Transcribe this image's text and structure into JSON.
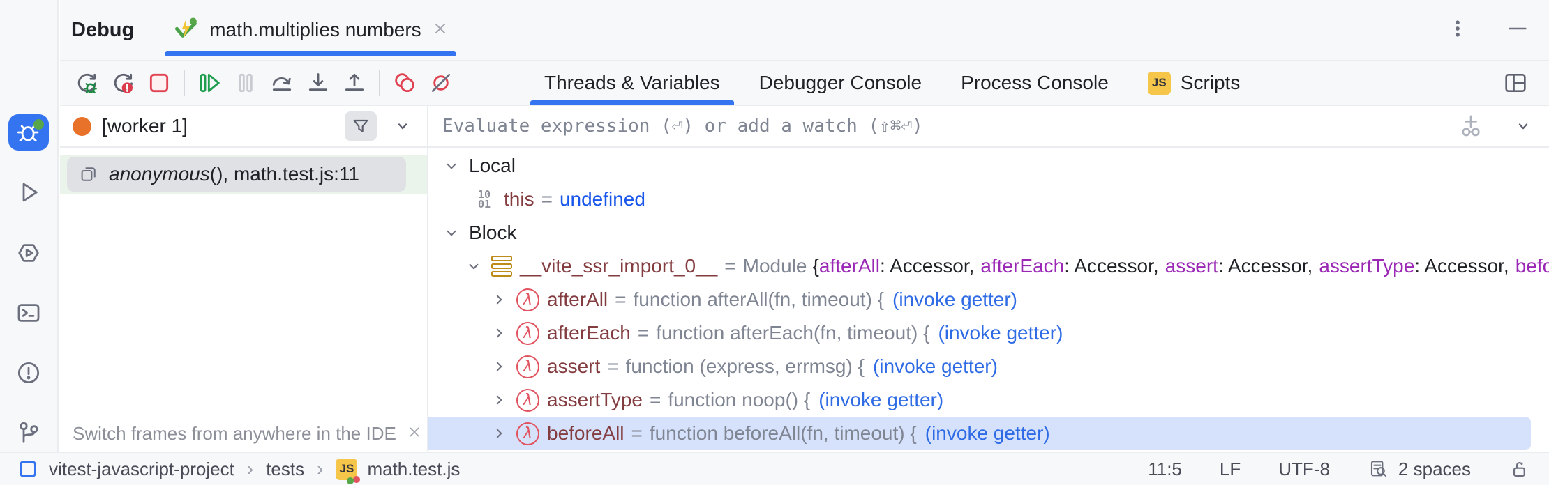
{
  "window": {
    "title": "Debug",
    "session_tab": {
      "label": "math.multiplies numbers",
      "icon": "vitest-icon"
    }
  },
  "toolbar": {
    "icons": [
      "rerun",
      "rerun-failed-tests",
      "stop",
      "resume",
      "pause",
      "step-over",
      "step-into",
      "step-out",
      "view-breakpoints",
      "mute-breakpoints",
      "more-options",
      "layout-settings"
    ]
  },
  "view_tabs": [
    {
      "label": "Threads & Variables",
      "active": true
    },
    {
      "label": "Debugger Console",
      "active": false
    },
    {
      "label": "Process Console",
      "active": false
    },
    {
      "label": "Scripts",
      "active": false,
      "icon": "js-icon"
    }
  ],
  "sidebar": {
    "items": [
      "debug",
      "run",
      "services",
      "terminal",
      "problems",
      "version-control"
    ]
  },
  "frames": {
    "thread_label": "[worker 1]",
    "frame": {
      "fn": "anonymous",
      "rest": "(), math.test.js:11"
    },
    "hint": "Switch frames from anywhere in the IDE wi..."
  },
  "evaluate": {
    "placeholder": "Evaluate expression (⏎) or add a watch (⇧⌘⏎)"
  },
  "variables": {
    "rows": [
      {
        "kind": "scope",
        "label": "Local"
      },
      {
        "kind": "primitive",
        "name": "this",
        "eq": "=",
        "value": "undefined"
      },
      {
        "kind": "scope",
        "label": "Block"
      },
      {
        "kind": "module",
        "name": "__vite_ssr_import_0__",
        "eq": "=",
        "type": "Module",
        "open": "{",
        "entries": [
          {
            "key": "afterAll",
            "rest": ": Accessor,"
          },
          {
            "key": "afterEach",
            "rest": ": Accessor,"
          },
          {
            "key": "assert",
            "rest": ": Accessor,"
          },
          {
            "key": "assertType",
            "rest": ": Accessor,"
          }
        ],
        "tail": "before"
      },
      {
        "kind": "fn",
        "name": "afterAll",
        "eq": "=",
        "sig": "function afterAll(fn, timeout) {",
        "getter": "(invoke getter)"
      },
      {
        "kind": "fn",
        "name": "afterEach",
        "eq": "=",
        "sig": "function afterEach(fn, timeout) {",
        "getter": "(invoke getter)"
      },
      {
        "kind": "fn",
        "name": "assert",
        "eq": "=",
        "sig": "function (express, errmsg) {",
        "getter": "(invoke getter)"
      },
      {
        "kind": "fn",
        "name": "assertType",
        "eq": "=",
        "sig": "function noop() {",
        "getter": "(invoke getter)"
      },
      {
        "kind": "fn",
        "name": "beforeAll",
        "eq": "=",
        "sig": "function beforeAll(fn, timeout) {",
        "getter": "(invoke getter)",
        "selected": true
      }
    ]
  },
  "status_bar": {
    "breadcrumb": [
      "vitest-javascript-project",
      "tests",
      "math.test.js"
    ],
    "caret_position": "11:5",
    "line_separator": "LF",
    "encoding": "UTF-8",
    "indent": "2 spaces"
  },
  "colors": {
    "accent": "#3574f0",
    "selection": "#d6e1fb",
    "execution_line": "#eaf4ea",
    "variable_name": "#833c3f",
    "keyword_blue": "#1956eb",
    "link_blue": "#2e6be5",
    "property_purple": "#9a28b5",
    "worker_dot": "#e8722a",
    "stop_red": "#e04352",
    "resume_green": "#1f9e4e"
  }
}
